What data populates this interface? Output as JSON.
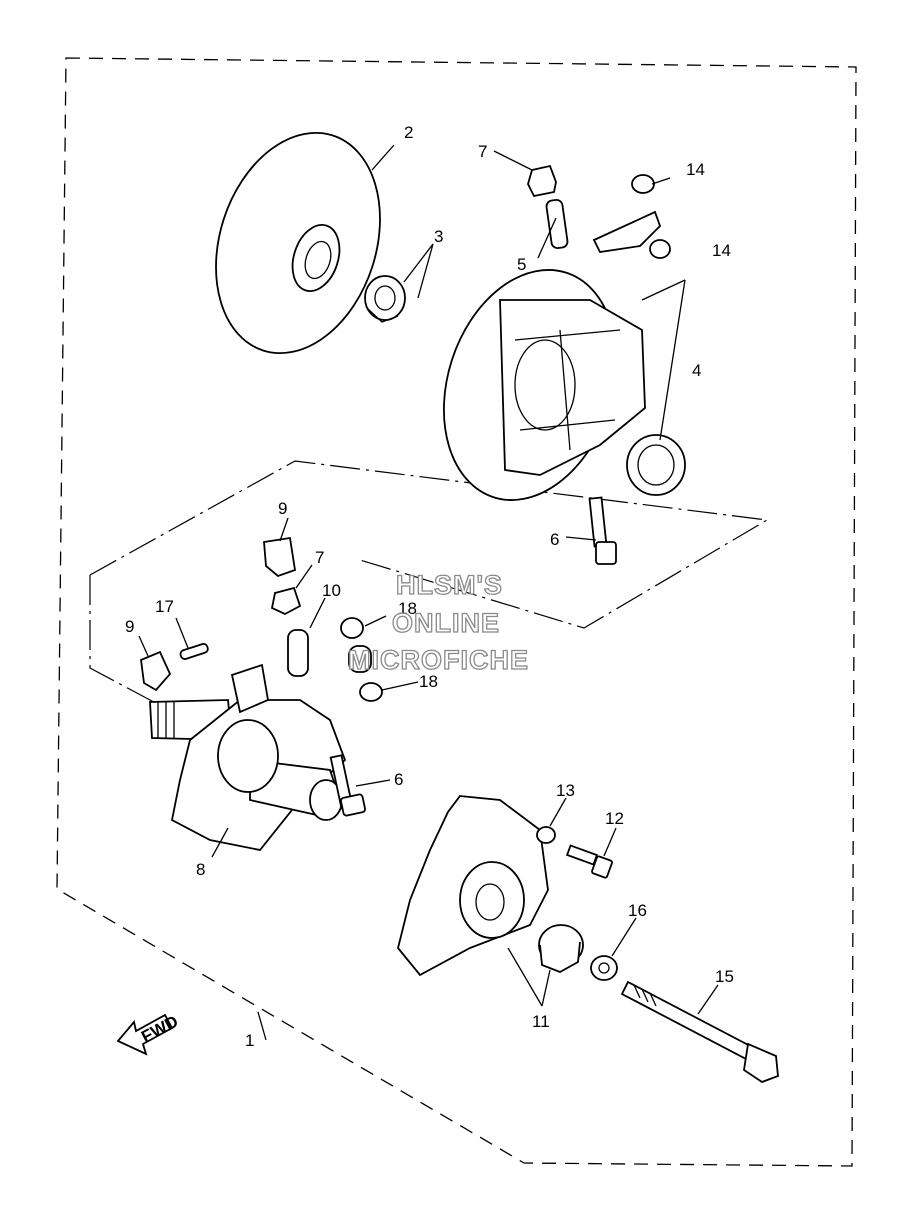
{
  "diagram": {
    "callouts": [
      "1",
      "2",
      "3",
      "4",
      "5",
      "6",
      "7",
      "9",
      "10",
      "17",
      "18",
      "8",
      "13",
      "12",
      "16",
      "15",
      "11",
      "14"
    ],
    "watermark": [
      "HLSM'S",
      "ONLINE",
      "MICROFICHE"
    ],
    "fwd_label": "FWD"
  }
}
